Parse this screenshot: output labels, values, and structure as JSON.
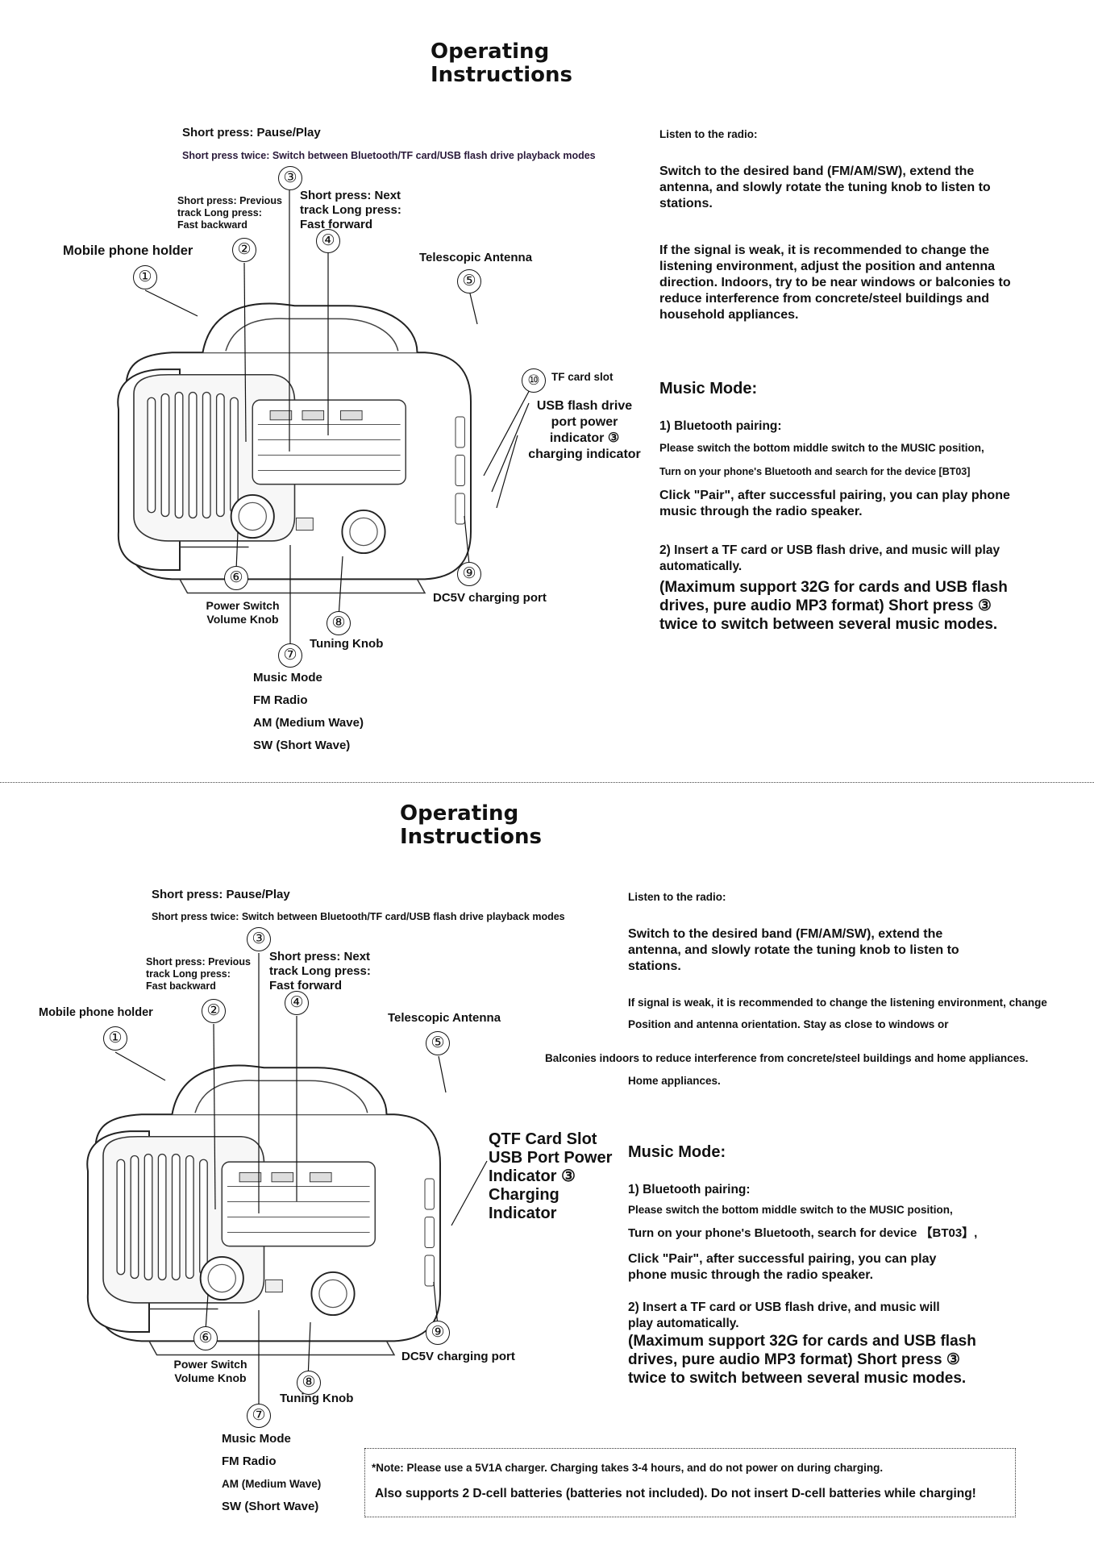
{
  "sections": [
    {
      "title": "Operating Instructions",
      "diagram": {
        "labels": {
          "short_press_pause": "Short press: Pause/Play",
          "short_press_twice": "Short press twice: Switch between Bluetooth/TF card/USB flash drive playback modes",
          "previous_track": "Short press: Previous track Long press: Fast backward",
          "next_track": "Short press: Next track Long press: Fast forward",
          "mobile_holder": "Mobile phone holder",
          "antenna": "Telescopic Antenna",
          "tf_slot": "TF card slot",
          "usb_indicator": "USB flash drive port power indicator ③ charging indicator",
          "power_volume": "Power Switch Volume Knob",
          "tuning_knob": "Tuning Knob",
          "dc_port": "DC5V charging port",
          "modes": [
            "Music Mode",
            "FM Radio",
            "AM (Medium Wave)",
            "SW (Short Wave)"
          ]
        },
        "numbers": [
          "①",
          "②",
          "③",
          "④",
          "⑤",
          "⑥",
          "⑦",
          "⑧",
          "⑨",
          "⑩"
        ]
      },
      "text": {
        "radio_heading": "Listen to the radio:",
        "radio_p1": "Switch to the desired band (FM/AM/SW), extend the antenna, and slowly rotate the tuning knob to listen to stations.",
        "radio_p2": "If the signal is weak, it is recommended to change the listening environment, adjust the position and antenna direction. Indoors, try to be near windows or balconies to reduce interference from concrete/steel buildings and household appliances.",
        "music_heading": "Music Mode:",
        "bt_heading": "1) Bluetooth pairing:",
        "bt_p1": "Please switch the bottom middle switch to the MUSIC position,",
        "bt_p2": "Turn on your phone's Bluetooth and search for the device [BT03]",
        "bt_p3": "Click \"Pair\", after successful pairing, you can play phone music through the radio speaker.",
        "tf_p1": "2) Insert a TF card or USB flash drive, and music will play automatically.",
        "tf_p2": "(Maximum support 32G for cards and USB flash drives, pure audio MP3 format) Short press ③ twice to switch between several music modes."
      }
    },
    {
      "title": "Operating Instructions",
      "diagram": {
        "labels": {
          "short_press_pause": "Short press: Pause/Play",
          "short_press_twice": "Short press twice: Switch between Bluetooth/TF card/USB flash drive playback modes",
          "previous_track": "Short press: Previous track Long press: Fast backward",
          "next_track": "Short press: Next track Long press: Fast forward",
          "mobile_holder": "Mobile phone holder",
          "antenna": "Telescopic Antenna",
          "slot_group": "QTF Card Slot USB Port Power Indicator ③ Charging Indicator",
          "power_volume": "Power Switch Volume Knob",
          "tuning_knob": "Tuning Knob",
          "dc_port": "DC5V charging port",
          "modes": [
            "Music Mode",
            "FM Radio",
            "AM (Medium Wave)",
            "SW (Short Wave)"
          ]
        }
      },
      "text": {
        "radio_heading": "Listen to the radio:",
        "radio_p1": "Switch to the desired band (FM/AM/SW), extend the antenna, and slowly rotate the tuning knob to listen to stations.",
        "radio_p2a": "If signal is weak, it is recommended to change the listening environment, change",
        "radio_p2b": "Position and antenna orientation. Stay as close to windows or",
        "radio_p2c": "Balconies indoors to reduce interference from concrete/steel buildings and home appliances.",
        "radio_p2d": "Home appliances.",
        "music_heading": "Music Mode:",
        "bt_heading": "1) Bluetooth pairing:",
        "bt_p1": "Please switch the bottom middle switch to the MUSIC position,",
        "bt_p2": "Turn on your phone's Bluetooth, search for device 【BT03】,",
        "bt_p3": "Click \"Pair\", after successful pairing, you can play phone music through the radio speaker.",
        "tf_p1": "2) Insert a TF card or USB flash drive, and music will play automatically.",
        "tf_p2": "(Maximum support 32G for cards and USB flash drives, pure audio MP3 format) Short press ③ twice to switch between several music modes."
      },
      "note": {
        "line1": "*Note: Please use a 5V1A charger. Charging takes 3-4 hours, and do not power on during charging.",
        "line2": "Also supports 2 D-cell batteries (batteries not included). Do not insert D-cell batteries while charging!"
      }
    }
  ]
}
